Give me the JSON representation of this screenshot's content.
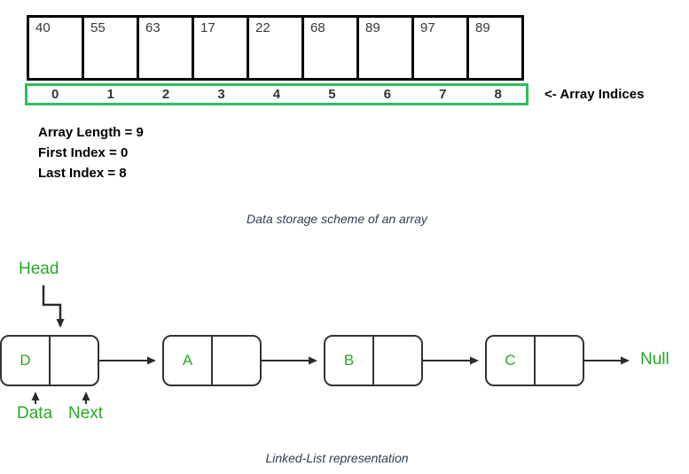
{
  "array_diagram": {
    "values": [
      "40",
      "55",
      "63",
      "17",
      "22",
      "68",
      "89",
      "97",
      "89"
    ],
    "indices": [
      "0",
      "1",
      "2",
      "3",
      "4",
      "5",
      "6",
      "7",
      "8"
    ],
    "indices_label": "<- Array Indices",
    "info_lines": [
      "Array Length = 9",
      "First Index = 0",
      "Last Index = 8"
    ],
    "caption": "Data storage scheme of an array",
    "cell_border_color": "#000000",
    "index_border_color": "#2dbd5f"
  },
  "linked_list": {
    "head_label": "Head",
    "data_label": "Data",
    "next_label": "Next",
    "null_label": "Null",
    "nodes": [
      {
        "label": "A"
      },
      {
        "label": "B"
      },
      {
        "label": "C"
      },
      {
        "label": "D"
      }
    ],
    "caption": "Linked-List representation",
    "text_color": "#28a828",
    "line_color": "#333333"
  }
}
